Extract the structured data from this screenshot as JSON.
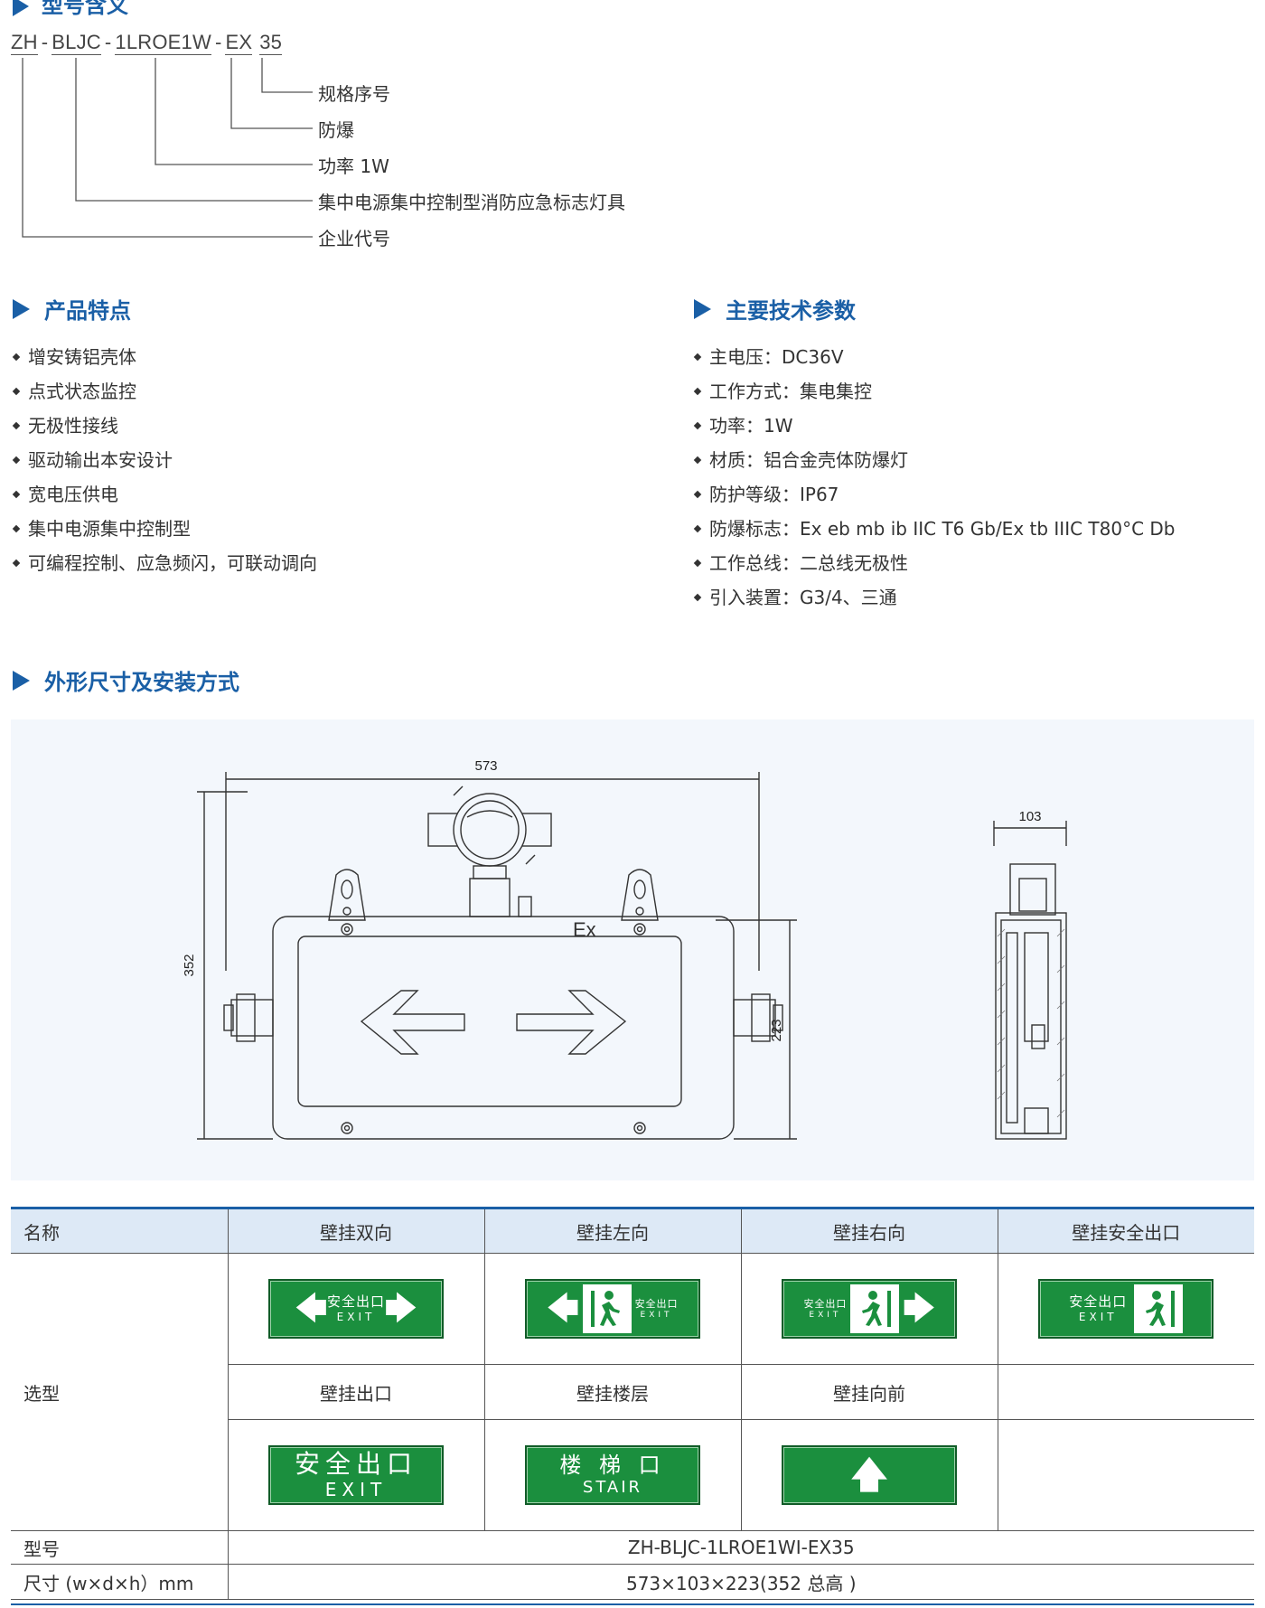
{
  "header": {
    "cutoff_title": "型号含义"
  },
  "model_code": {
    "segments": [
      "ZH",
      "BLJC",
      "1LROE1W",
      "EX",
      "35"
    ],
    "separator": "-",
    "labels": [
      "规格序号",
      "防爆",
      "功率 1W",
      "集中电源集中控制型消防应急标志灯具",
      "企业代号"
    ]
  },
  "features": {
    "title": "产品特点",
    "items": [
      "增安铸铝壳体",
      "点式状态监控",
      "无极性接线",
      "驱动输出本安设计",
      "宽电压供电",
      "集中电源集中控制型",
      "可编程控制、应急频闪，可联动调向"
    ]
  },
  "params": {
    "title": "主要技术参数",
    "items": [
      "主电压：DC36V",
      "工作方式：集电集控",
      "功率：1W",
      "材质：铝合金壳体防爆灯",
      "防护等级：IP67",
      "防爆标志：Ex eb mb ib IIC T6 Gb/Ex tb IIIC T80°C Db",
      "工作总线：二总线无极性",
      "引入装置：G3/4、三通"
    ]
  },
  "dimensions": {
    "title": "外形尺寸及安装方式",
    "width_label": "573",
    "height_label": "352",
    "body_height_label": "223",
    "depth_label": "103",
    "ex_mark": "Ex"
  },
  "table": {
    "header": [
      "名称",
      "壁挂双向",
      "壁挂左向",
      "壁挂右向",
      "壁挂安全出口"
    ],
    "row_label_select": "选型",
    "second_labels": [
      "壁挂出口",
      "壁挂楼层",
      "壁挂向前"
    ],
    "signs": {
      "exit_cn": "安全出口",
      "exit_en": "EXIT",
      "stair_cn": "楼 梯 口",
      "stair_en": "STAIR",
      "arrow_left": "🡄",
      "arrow_right": "🡆",
      "arrow_up": "🡅"
    },
    "model_label": "型号",
    "model_value": "ZH-BLJC-1LROE1WI-EX35",
    "size_label": "尺寸 (w×d×h）mm",
    "size_value": "573×103×223(352 总高 )"
  },
  "colors": {
    "accent": "#1a5fa6",
    "sign_green": "#1b8f3e",
    "panel_bg": "#f3f7fc"
  }
}
